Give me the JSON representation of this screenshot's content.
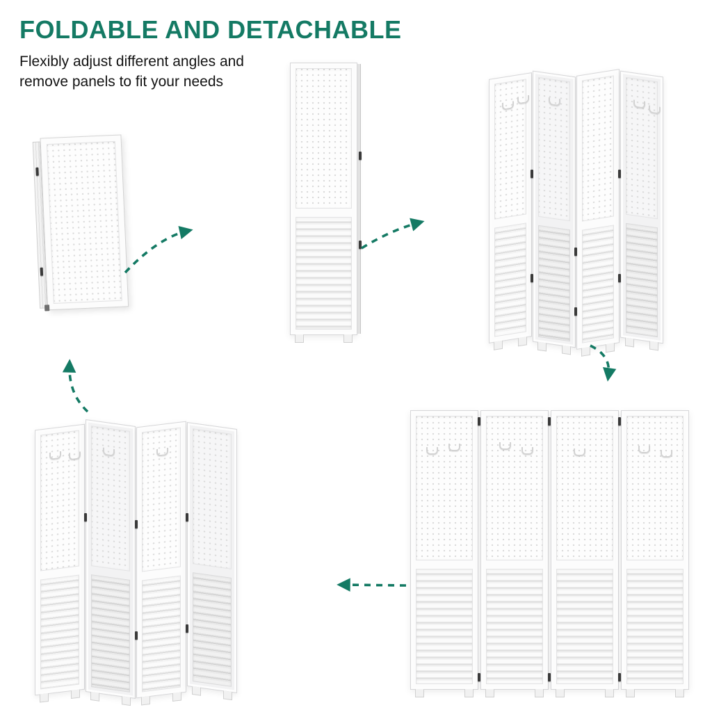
{
  "header": {
    "title": "FOLDABLE AND DETACHABLE",
    "subtitle_lines": [
      "Flexibly adjust different angles and",
      "remove panels to fit your needs"
    ]
  },
  "colors": {
    "accent": "#147A64",
    "text": "#121212",
    "background": "#ffffff",
    "panel": "#fcfcfc",
    "panel_border": "#d6d6d8",
    "peg_dot": "#d9d9d9",
    "hinge": "#3a3a3a"
  },
  "icons": {
    "flow_arrow": "dashed-curved-arrow",
    "peg_hook": "wall-hook",
    "hinge": "panel-hinge"
  }
}
